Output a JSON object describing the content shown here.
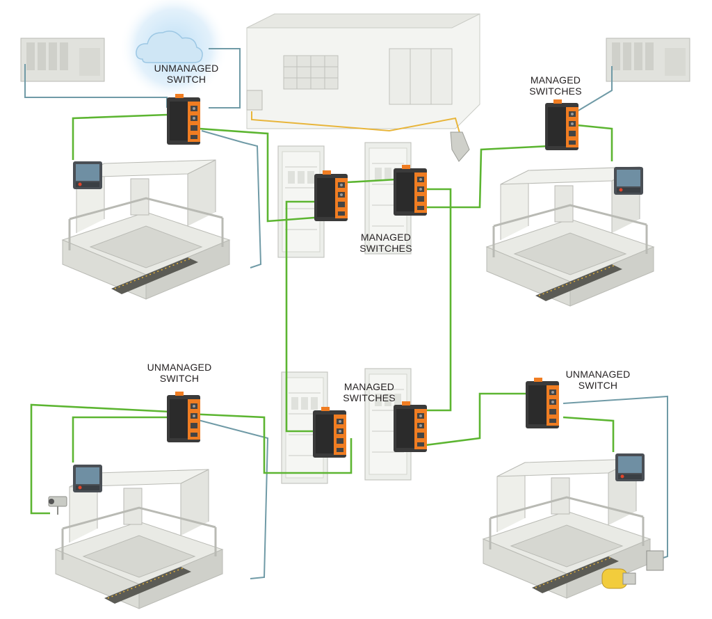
{
  "colors": {
    "green_cable": "#5cb531",
    "blue_cable": "#6f9aa6",
    "yellow_cable": "#e8b53a",
    "switch_body": "#3a3a3a",
    "switch_accent": "#f07d22",
    "machine": "#e7e8e3",
    "machine_line": "#b9bab4",
    "cloud": "#cfe6f5",
    "panel_screen": "#2f3a45",
    "motor": "#f2cc3c"
  },
  "labels": {
    "top_left_switch": [
      "UNMANAGED",
      "SWITCH"
    ],
    "top_right_switches": [
      "MANAGED",
      "SWITCHES"
    ],
    "center_top_switches": [
      "MANAGED",
      "SWITCHES"
    ],
    "center_bottom_switches": [
      "MANAGED",
      "SWITCHES"
    ],
    "bottom_left_switch": [
      "UNMANAGED",
      "SWITCH"
    ],
    "bottom_right_switch": [
      "UNMANAGED",
      "SWITCH"
    ]
  },
  "icons": [
    "cloud-icon",
    "control-room-icon",
    "plc-rack-icon",
    "cnc-machine-icon",
    "hmi-panel-icon",
    "industrial-switch-icon",
    "cabinet-icon",
    "camera-icon",
    "motor-icon",
    "connector-icon"
  ]
}
